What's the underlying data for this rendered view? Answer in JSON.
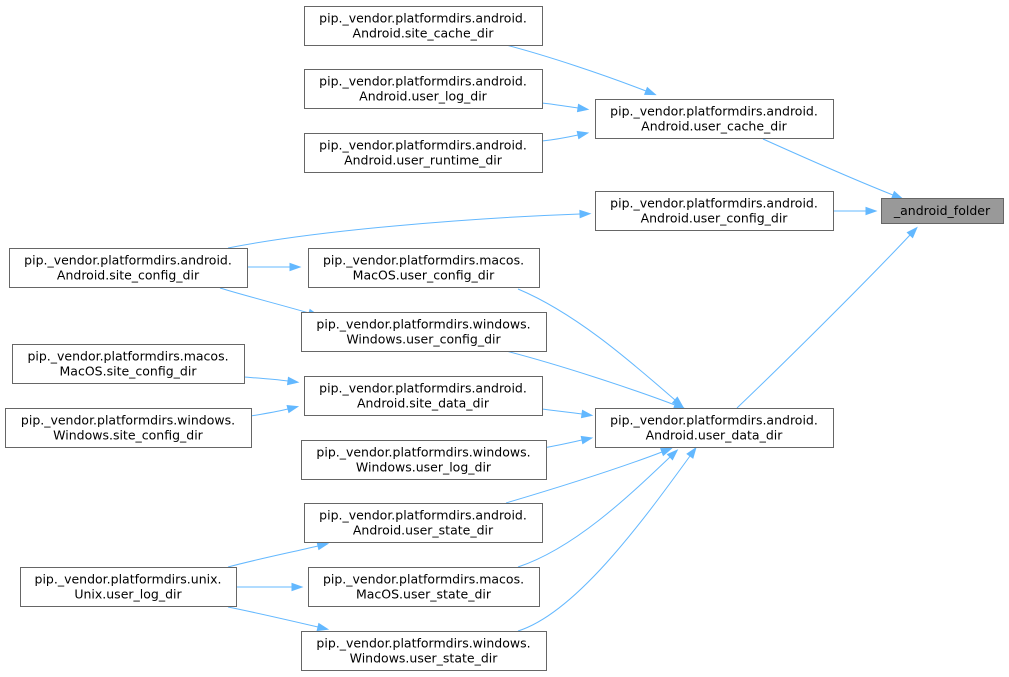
{
  "nodes": [
    {
      "id": "android_folder",
      "lines": [
        "_android_folder"
      ],
      "highlight": true
    },
    {
      "id": "android_user_cache_dir",
      "lines": [
        "pip._vendor.platformdirs.android.",
        "Android.user_cache_dir"
      ]
    },
    {
      "id": "android_user_config_dir",
      "lines": [
        "pip._vendor.platformdirs.android.",
        "Android.user_config_dir"
      ]
    },
    {
      "id": "android_user_data_dir",
      "lines": [
        "pip._vendor.platformdirs.android.",
        "Android.user_data_dir"
      ]
    },
    {
      "id": "android_site_cache_dir",
      "lines": [
        "pip._vendor.platformdirs.android.",
        "Android.site_cache_dir"
      ]
    },
    {
      "id": "android_user_log_dir",
      "lines": [
        "pip._vendor.platformdirs.android.",
        "Android.user_log_dir"
      ]
    },
    {
      "id": "android_user_runtime_dir",
      "lines": [
        "pip._vendor.platformdirs.android.",
        "Android.user_runtime_dir"
      ]
    },
    {
      "id": "android_site_config_dir",
      "lines": [
        "pip._vendor.platformdirs.android.",
        "Android.site_config_dir"
      ]
    },
    {
      "id": "macos_user_config_dir",
      "lines": [
        "pip._vendor.platformdirs.macos.",
        "MacOS.user_config_dir"
      ]
    },
    {
      "id": "windows_user_config_dir",
      "lines": [
        "pip._vendor.platformdirs.windows.",
        "Windows.user_config_dir"
      ]
    },
    {
      "id": "macos_site_config_dir",
      "lines": [
        "pip._vendor.platformdirs.macos.",
        "MacOS.site_config_dir"
      ]
    },
    {
      "id": "android_site_data_dir",
      "lines": [
        "pip._vendor.platformdirs.android.",
        "Android.site_data_dir"
      ]
    },
    {
      "id": "windows_site_config_dir",
      "lines": [
        "pip._vendor.platformdirs.windows.",
        "Windows.site_config_dir"
      ]
    },
    {
      "id": "windows_user_log_dir",
      "lines": [
        "pip._vendor.platformdirs.windows.",
        "Windows.user_log_dir"
      ]
    },
    {
      "id": "android_user_state_dir",
      "lines": [
        "pip._vendor.platformdirs.android.",
        "Android.user_state_dir"
      ]
    },
    {
      "id": "unix_user_log_dir",
      "lines": [
        "pip._vendor.platformdirs.unix.",
        "Unix.user_log_dir"
      ]
    },
    {
      "id": "macos_user_state_dir",
      "lines": [
        "pip._vendor.platformdirs.macos.",
        "MacOS.user_state_dir"
      ]
    },
    {
      "id": "windows_user_state_dir",
      "lines": [
        "pip._vendor.platformdirs.windows.",
        "Windows.user_state_dir"
      ]
    }
  ],
  "edges": [
    {
      "from": "android_user_cache_dir",
      "to": "android_folder"
    },
    {
      "from": "android_user_config_dir",
      "to": "android_folder"
    },
    {
      "from": "android_user_data_dir",
      "to": "android_folder"
    },
    {
      "from": "android_site_cache_dir",
      "to": "android_user_cache_dir"
    },
    {
      "from": "android_user_log_dir",
      "to": "android_user_cache_dir"
    },
    {
      "from": "android_user_runtime_dir",
      "to": "android_user_cache_dir"
    },
    {
      "from": "android_site_config_dir",
      "to": "android_user_config_dir"
    },
    {
      "from": "android_site_config_dir",
      "to": "macos_user_config_dir"
    },
    {
      "from": "android_site_config_dir",
      "to": "windows_user_config_dir"
    },
    {
      "from": "macos_user_config_dir",
      "to": "android_user_data_dir"
    },
    {
      "from": "windows_user_config_dir",
      "to": "android_user_data_dir"
    },
    {
      "from": "android_site_data_dir",
      "to": "android_user_data_dir"
    },
    {
      "from": "windows_user_log_dir",
      "to": "android_user_data_dir"
    },
    {
      "from": "android_user_state_dir",
      "to": "android_user_data_dir"
    },
    {
      "from": "macos_user_state_dir",
      "to": "android_user_data_dir"
    },
    {
      "from": "windows_user_state_dir",
      "to": "android_user_data_dir"
    },
    {
      "from": "macos_site_config_dir",
      "to": "android_site_data_dir"
    },
    {
      "from": "windows_site_config_dir",
      "to": "android_site_data_dir"
    },
    {
      "from": "unix_user_log_dir",
      "to": "android_user_state_dir"
    },
    {
      "from": "unix_user_log_dir",
      "to": "macos_user_state_dir"
    },
    {
      "from": "unix_user_log_dir",
      "to": "windows_user_state_dir"
    }
  ],
  "colors": {
    "edge": "#63b8ff",
    "node_border": "#666666",
    "node_fill": "#ffffff",
    "highlight_fill": "#999999"
  }
}
